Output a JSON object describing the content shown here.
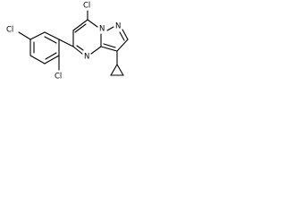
{
  "molecule": {
    "name_shown": "",
    "atoms": {
      "cl_top": "Cl",
      "cl_left": "Cl",
      "cl_bottom": "Cl",
      "n_bridge": "N",
      "n_pyrazole": "N",
      "n_ring": "N"
    },
    "bond_color": "#000000",
    "background_color": "#ffffff"
  }
}
